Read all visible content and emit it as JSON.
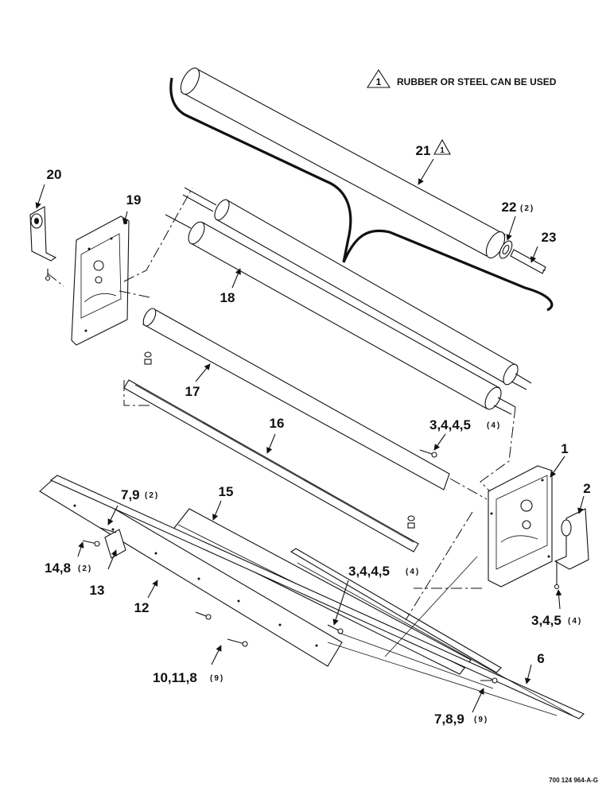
{
  "note": {
    "symbol": "1",
    "text": "RUBBER OR STEEL CAN BE USED"
  },
  "callouts": {
    "c1": "1",
    "c2": "2",
    "c3458_right": "3,4,5",
    "c3458_right_qty": "(4)",
    "c34445_upper": "3,4,4,5",
    "c34445_upper_qty": "(4)",
    "c34445_lower": "3,4,4,5",
    "c34445_lower_qty": "(4)",
    "c6": "6",
    "c79": "7,9",
    "c79_qty": "(2)",
    "c789": "7,8,9",
    "c789_qty": "(9)",
    "c10118": "10,11,8",
    "c10118_qty": "(9)",
    "c12": "12",
    "c13": "13",
    "c148": "14,8",
    "c148_qty": "(2)",
    "c15": "15",
    "c16": "16",
    "c17": "17",
    "c18": "18",
    "c19": "19",
    "c20": "20",
    "c21": "21",
    "c21_symbol": "1",
    "c22": "22",
    "c22_qty": "(2)",
    "c23": "23"
  },
  "figure_id": "700 124 964-A-G"
}
